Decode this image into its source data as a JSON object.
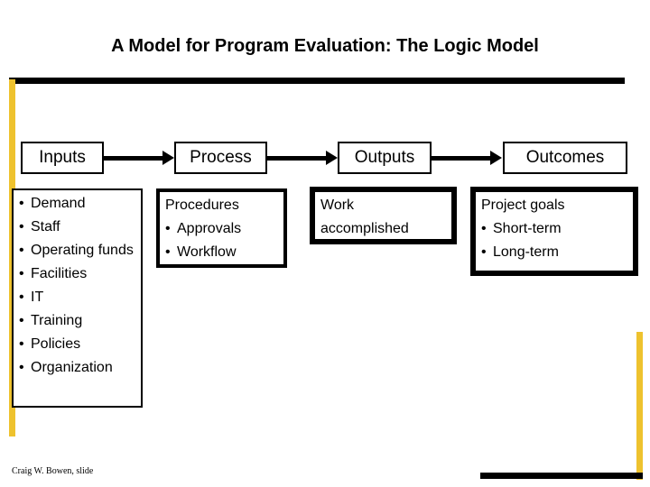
{
  "slide": {
    "title": "A Model for Program Evaluation: The Logic Model",
    "footer_credit": "Craig W. Bowen, slide"
  },
  "colors": {
    "accent_gold": "#EEC22E",
    "ink": "#000000",
    "background": "#FFFFFF"
  },
  "flow": {
    "stages": [
      {
        "label": "Inputs"
      },
      {
        "label": "Process"
      },
      {
        "label": "Outputs"
      },
      {
        "label": "Outcomes"
      }
    ]
  },
  "details": {
    "inputs": {
      "items": [
        "Demand",
        "Staff",
        "Operating funds",
        "Facilities",
        "IT",
        "Training",
        "Policies",
        "Organization"
      ]
    },
    "process": {
      "heading": "Procedures",
      "items": [
        "Approvals",
        "Workflow"
      ]
    },
    "outputs": {
      "heading": "Work accomplished",
      "items": []
    },
    "outcomes": {
      "heading": "Project goals",
      "items": [
        "Short-term",
        "Long-term"
      ]
    }
  }
}
